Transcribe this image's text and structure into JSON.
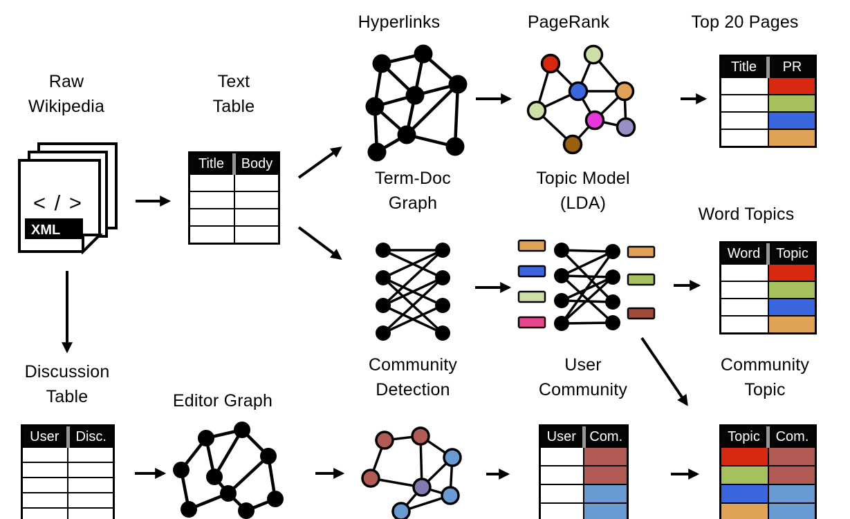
{
  "colors": {
    "red": "#d7290f",
    "green": "#a6c05e",
    "pale_green": "#cfdda6",
    "blue": "#3a67de",
    "orange": "#e0a257",
    "brown": "#9a6110",
    "magenta": "#e637dc",
    "pink": "#e8458c",
    "lavender": "#988fc4",
    "violet": "#8478ae",
    "brick": "#b15b54",
    "maroon": "#9f4a3b",
    "light_blue": "#699bd2",
    "black": "#000000",
    "white": "#ffffff"
  },
  "labels": {
    "raw_wikipedia": "Raw\nWikipedia",
    "text_table": "Text\nTable",
    "hyperlinks": "Hyperlinks",
    "pagerank": "PageRank",
    "top_pages": "Top 20 Pages",
    "term_doc_graph": "Term-Doc\nGraph",
    "topic_model": "Topic Model\n(LDA)",
    "word_topics": "Word Topics",
    "discussion_table": "Discussion\nTable",
    "editor_graph": "Editor Graph",
    "community_detection": "Community\nDetection",
    "user_community": "User\nCommunity",
    "community_topic": "Community\nTopic"
  },
  "document_icon": {
    "code_text": "< / >",
    "format_label": "XML"
  },
  "tables": {
    "text_table": {
      "headers": [
        "Title",
        "Body"
      ],
      "row_count": 4
    },
    "top_pages": {
      "headers": [
        "Title",
        "PR"
      ],
      "cells": [
        [
          "#ffffff",
          "#d7290f"
        ],
        [
          "#ffffff",
          "#a6c05e"
        ],
        [
          "#ffffff",
          "#3a67de"
        ],
        [
          "#ffffff",
          "#e0a257"
        ]
      ]
    },
    "word_topics": {
      "headers": [
        "Word",
        "Topic"
      ],
      "cells": [
        [
          "#ffffff",
          "#d7290f"
        ],
        [
          "#ffffff",
          "#a6c05e"
        ],
        [
          "#ffffff",
          "#3a67de"
        ],
        [
          "#ffffff",
          "#e0a257"
        ]
      ]
    },
    "discussion": {
      "headers": [
        "User",
        "Disc."
      ],
      "row_count": 5
    },
    "user_community": {
      "headers": [
        "User",
        "Com."
      ],
      "cells": [
        [
          "#ffffff",
          "#b15b54"
        ],
        [
          "#ffffff",
          "#b15b54"
        ],
        [
          "#ffffff",
          "#699bd2"
        ],
        [
          "#ffffff",
          "#699bd2"
        ]
      ]
    },
    "community_topic": {
      "headers": [
        "Topic",
        "Com."
      ],
      "cells": [
        [
          "#d7290f",
          "#b15b54"
        ],
        [
          "#a6c05e",
          "#b15b54"
        ],
        [
          "#3a67de",
          "#699bd2"
        ],
        [
          "#e0a257",
          "#699bd2"
        ]
      ]
    }
  },
  "graphs": {
    "hyperlinks": {
      "node_color": "#000000"
    },
    "term_doc": {
      "node_color": "#000000"
    },
    "editor": {
      "node_color": "#000000"
    },
    "pagerank": {
      "node_colors": [
        "#d7290f",
        "#cfdda6",
        "#3a67de",
        "#e0a257",
        "#cfdda6",
        "#e637dc",
        "#988fc4",
        "#9a6110"
      ]
    },
    "community_detection": {
      "node_colors": [
        "#b15b54",
        "#b15b54",
        "#b15b54",
        "#8478ae",
        "#699bd2",
        "#699bd2",
        "#699bd2"
      ]
    },
    "topic_model": {
      "left_bar_colors": [
        "#e0a257",
        "#3a67de",
        "#cfdda6",
        "#e8458c"
      ],
      "right_bar_colors": [
        "#e0a257",
        "#a6c05e",
        "#9f4a3b"
      ]
    }
  }
}
